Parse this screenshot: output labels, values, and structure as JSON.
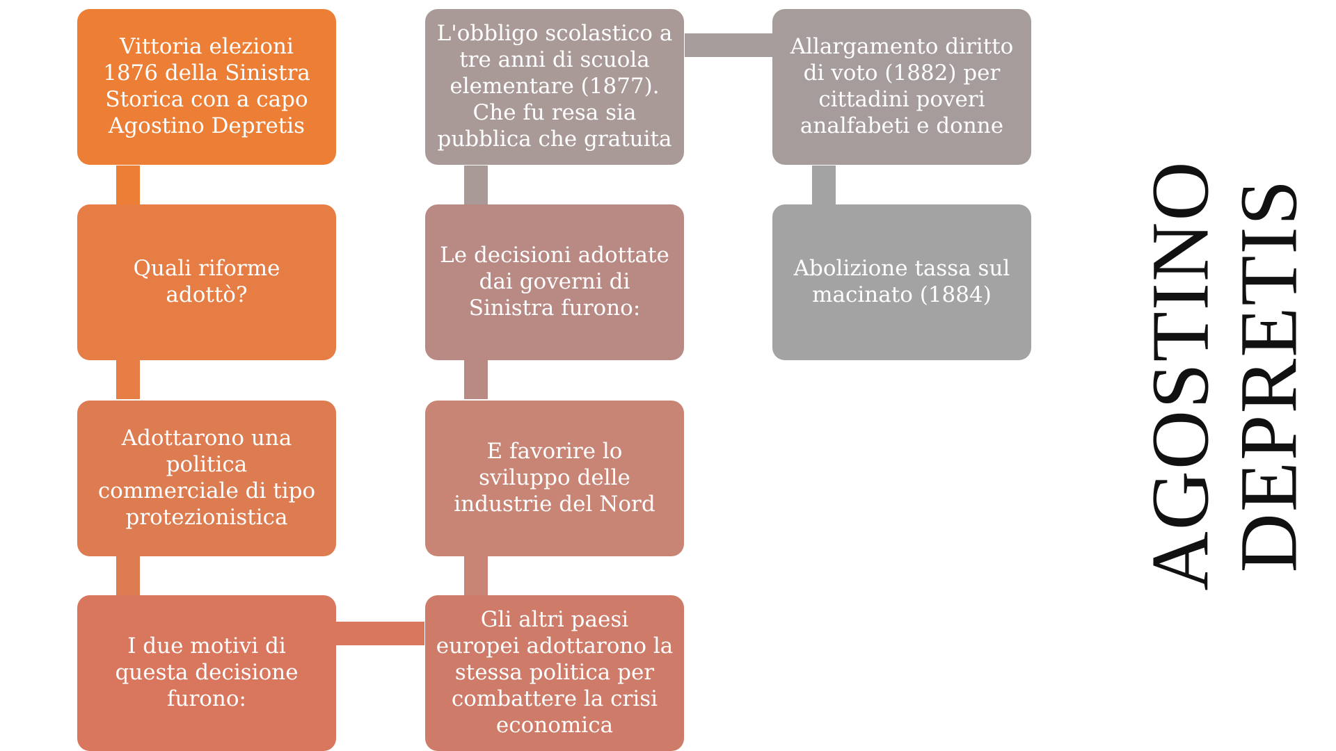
{
  "title": "AGOSTINO\nDEPRETIS",
  "colors": {
    "c1": "#EC7F35",
    "c2": "#E57D45",
    "c3": "#DD7C50",
    "c4": "#D8775D",
    "c5": "#A99A98",
    "c6": "#B98A84",
    "c7": "#C88575",
    "c8": "#CE7B69",
    "c9": "#A59C9B",
    "c10": "#A3A3A3"
  },
  "boxes": {
    "b1": "Vittoria elezioni\n1876 della Sinistra\nStorica con a capo\nAgostino Depretis",
    "b2": "Quali riforme\nadottò?",
    "b3": "Adottarono una\npolitica\ncommerciale  di tipo\nprotezionistica",
    "b4": "I due motivi di\nquesta decisione\nfurono:",
    "b5": "L'obbligo scolastico a\ntre anni di scuola\nelementare (1877).\nChe fu resa sia\npubblica che gratuita",
    "b6": "Le decisioni adottate\ndai governi di\nSinistra furono:",
    "b7": "E favorire  lo\nsviluppo delle\nindustrie del Nord",
    "b8": "Gli altri paesi\neuropei adottarono la\nstessa politica per\ncombattere la crisi\neconomica",
    "b9": "Allargamento diritto\ndi voto (1882) per\ncittadini poveri\nanalfabeti e donne",
    "b10": "Abolizione tassa sul\nmacinato (1884)"
  }
}
